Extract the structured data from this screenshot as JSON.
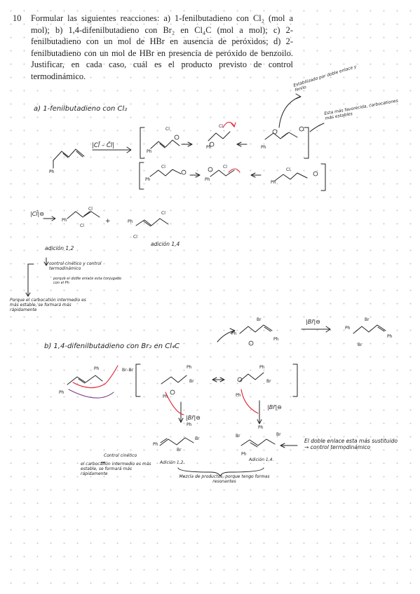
{
  "question": {
    "number": "10",
    "text": "Formular las siguientes reacciones: a) 1-fenilbutadieno con Cl₂ (mol a mol); b) 1,4-difenilbutadieno con Br₂ en Cl₄C (mol a mol); c) 2-fenilbutadieno con un mol de HBr en ausencia de peróxidos; d) 2-fenilbutadieno con un mol de HBr en presencia de peróxido de benzoilo. Justificar, en cada caso, cuál es el producto previsto de control termodinámico."
  },
  "part_a": {
    "title": "a) 1-fenilbutadieno con Cl₂",
    "reagent": "|Cl̄ – C̄l|",
    "note_top": "Estabilizado por doble enlace y fenilo",
    "note_right": "Esta más favorecida, carbocationes más estables",
    "anion": "|Cl̄|⊖",
    "label_12": "adición 1,2",
    "label_14": "adición 1,4",
    "kinetic": "control cinético y control termodinámico",
    "kinetic_reason": "porque el doble enlace esta conjugado con el Ph",
    "left_note": "Porque el carbocatión intermedio es más estable, se formará más rápidamente"
  },
  "part_b": {
    "title": "b) 1,4-difenilbutadieno con Br₂ en Cl₄C",
    "anion": "|Br̄|⊖",
    "kinetic": "Control cinético",
    "kinetic_reason": "el carbocatión intermedio es más estable, se formará más rápidamente",
    "label_12": "Adición 1,2.",
    "label_14": "Adición 1,4.",
    "mixture": "Mezcla de productos, porque tengo formas resonantes",
    "thermo": "El doble enlace esta más sustituido → control termodinámico"
  },
  "labels": {
    "ph": "Ph",
    "cl": "Cl",
    "br": "Br",
    "br2": "Br–Br",
    "plus_sign": "+"
  }
}
